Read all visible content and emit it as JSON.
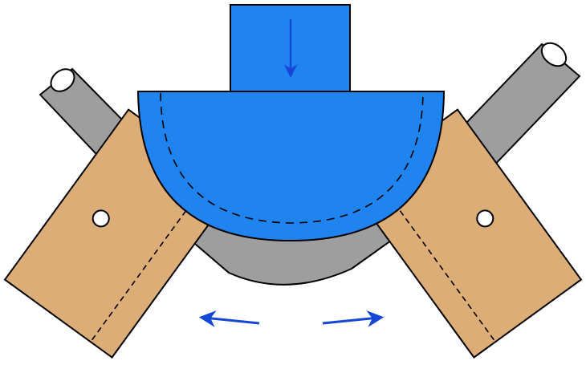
{
  "diagram": {
    "kind": "press-bending-illustration",
    "components": [
      "ram",
      "bending-die",
      "tube-left-segment",
      "tube-right-segment",
      "tube-bend",
      "wing-die-left",
      "wing-die-right",
      "press-direction-arrow",
      "wing-die-left-motion-arrow",
      "wing-die-right-motion-arrow"
    ]
  },
  "colors": {
    "background": "#ffffff",
    "ram_and_die": "#1f83f0",
    "tube": "#9e9e9e",
    "wing_dies": "#dcad77",
    "arrows": "#1547d6",
    "outline": "#000000"
  }
}
